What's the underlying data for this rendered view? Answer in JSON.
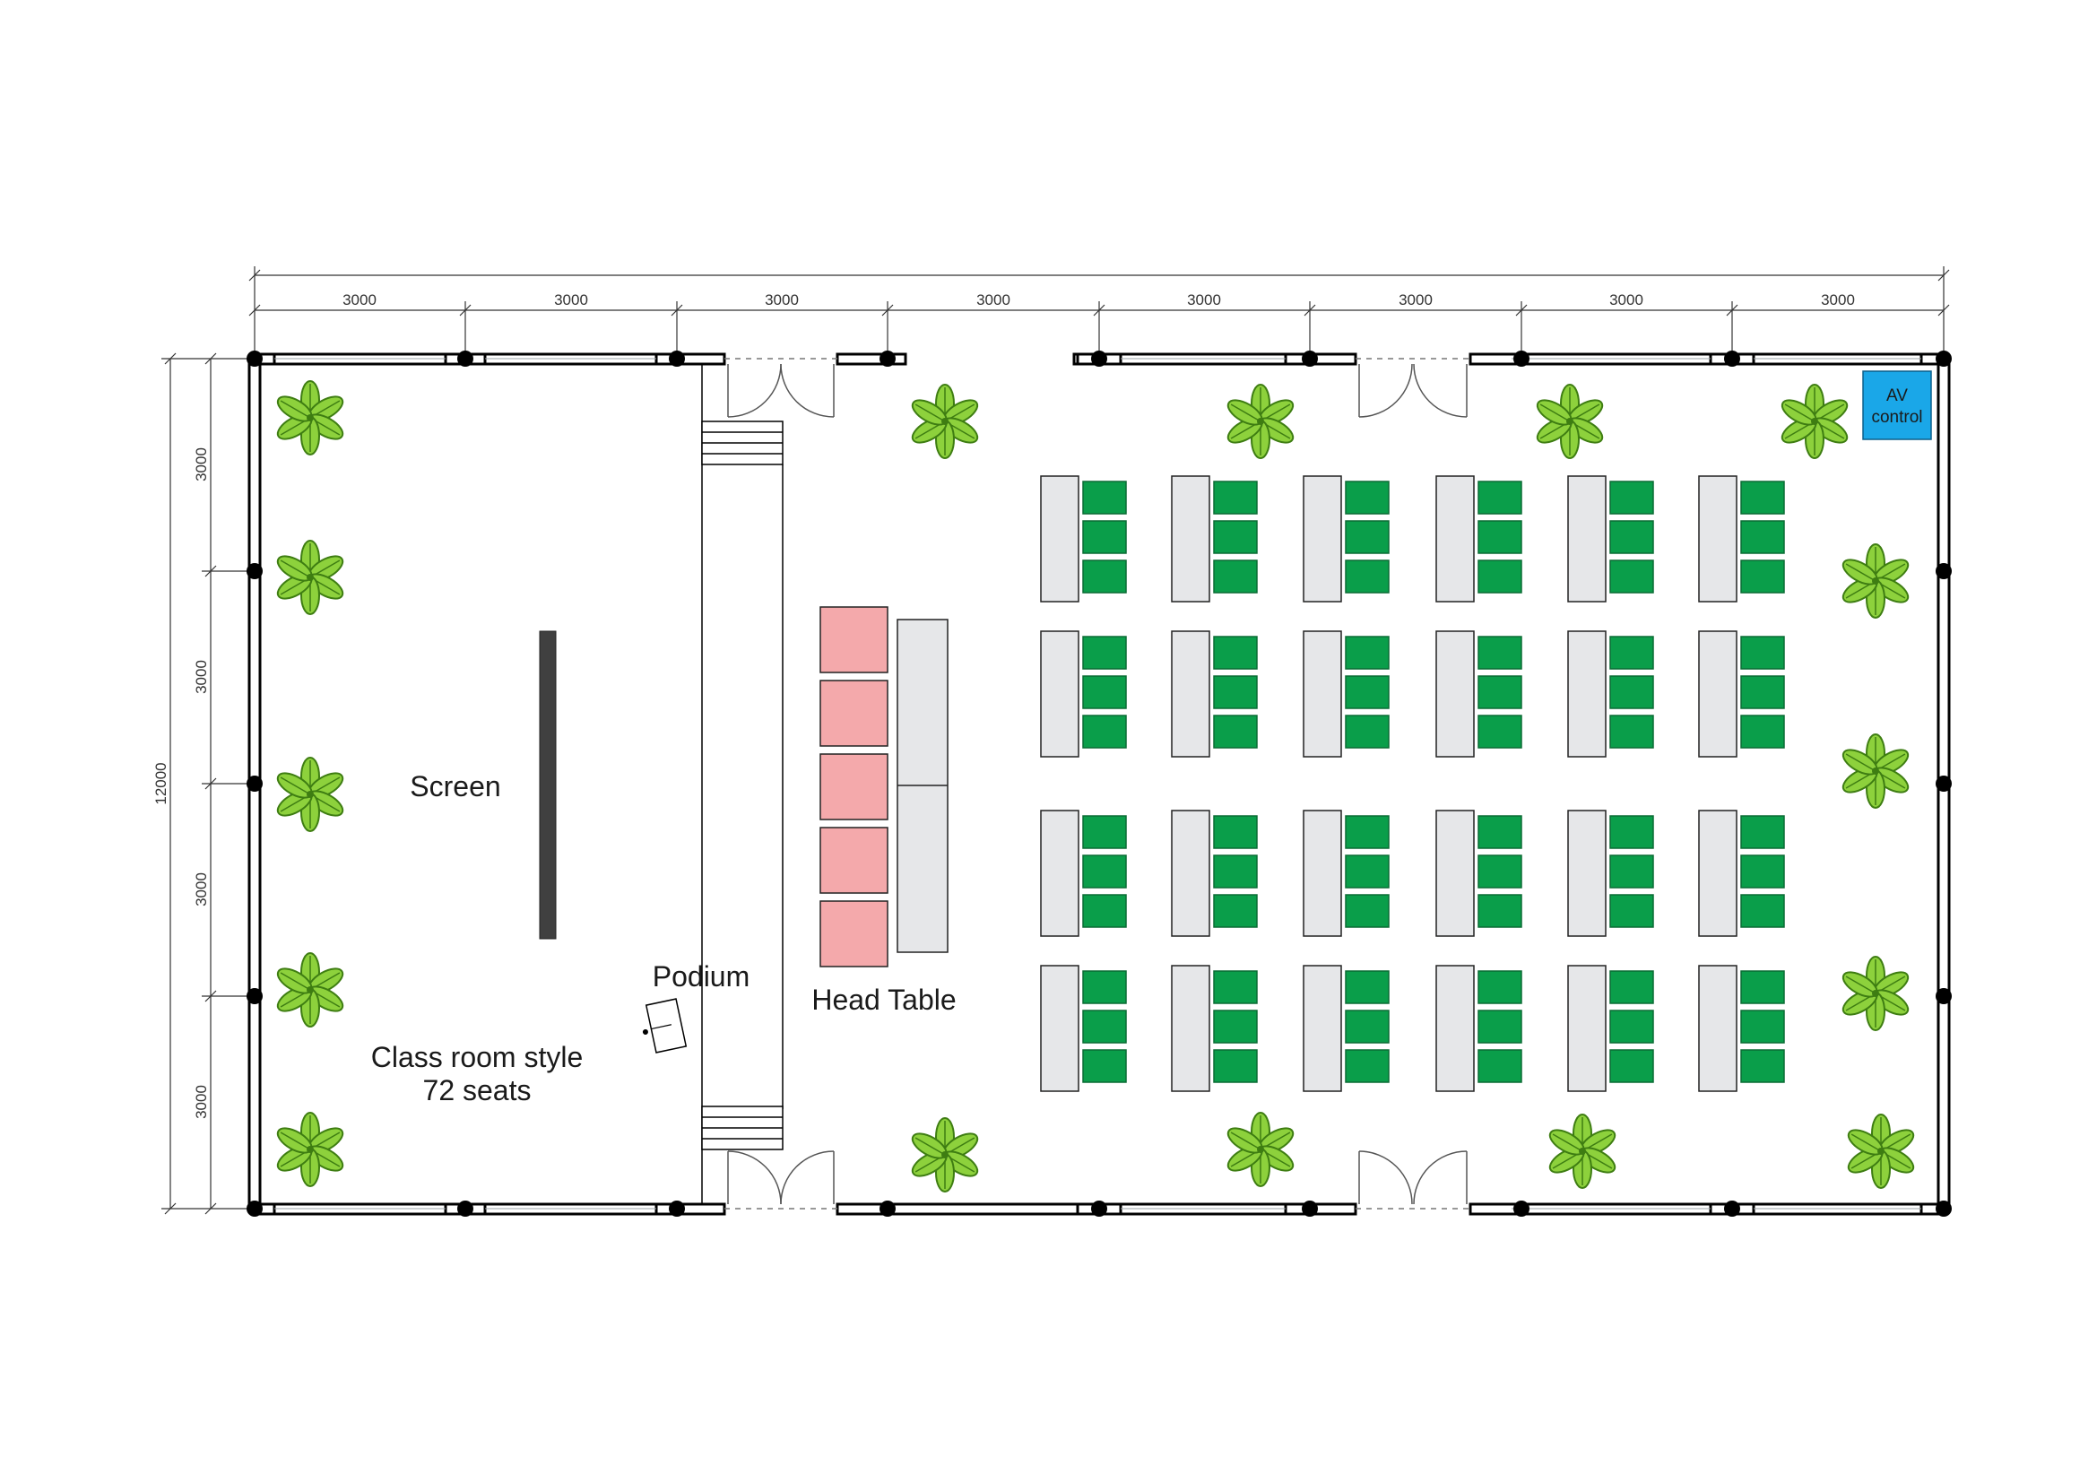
{
  "labels": {
    "screen": "Screen",
    "podium": "Podium",
    "head_table": "Head Table",
    "layout_line1": "Class room style",
    "layout_line2": "72 seats",
    "av_line1": "AV",
    "av_line2": "control"
  },
  "dimensions": {
    "top_segments": [
      "3000",
      "3000",
      "3000",
      "3000",
      "3000",
      "3000",
      "3000",
      "3000"
    ],
    "left_segments": [
      "3000",
      "3000",
      "3000",
      "3000"
    ],
    "total_height": "12000"
  },
  "seating": {
    "table_columns": 6,
    "table_rows": 4,
    "chairs_per_table": 3
  },
  "head_table": {
    "chairs": 5,
    "table_sections": 2
  },
  "colors": {
    "wall": "#000000",
    "chair": "#0a9e4a",
    "chair_outline": "#0a6b34",
    "table": "#e6e7e9",
    "head_chair": "#f4a9ab",
    "screen": "#404040",
    "av_box": "#1aa7e8",
    "plant_light": "#8dd13c",
    "plant_dark": "#3e7d12"
  },
  "icons": {
    "plant": "plant-icon",
    "door": "door-swing-icon",
    "column": "column-icon"
  }
}
